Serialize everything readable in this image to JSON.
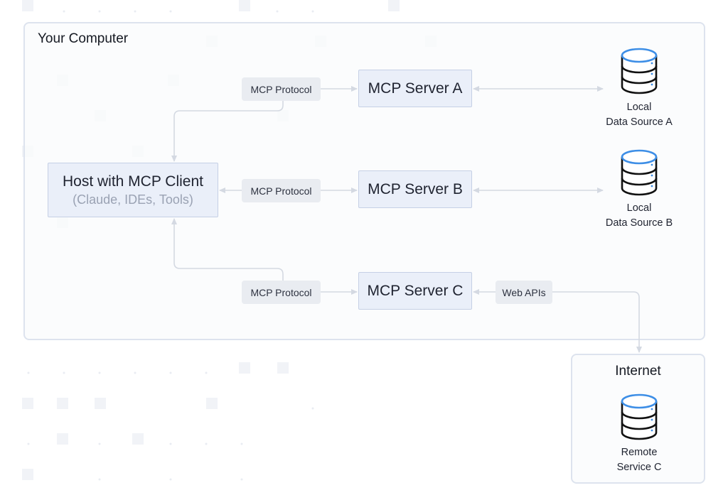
{
  "diagram": {
    "computer_title": "Your Computer",
    "internet_title": "Internet",
    "host": {
      "title": "Host with MCP Client",
      "subtitle": "(Claude, IDEs, Tools)"
    },
    "servers": [
      {
        "label": "MCP Server A"
      },
      {
        "label": "MCP Server B"
      },
      {
        "label": "MCP Server C"
      }
    ],
    "connection_labels": {
      "protocol_a": "MCP Protocol",
      "protocol_b": "MCP Protocol",
      "protocol_c": "MCP Protocol",
      "web_apis": "Web APIs"
    },
    "data_sources": [
      {
        "line1": "Local",
        "line2": "Data Source A",
        "icon": "database-icon"
      },
      {
        "line1": "Local",
        "line2": "Data Source B",
        "icon": "database-icon"
      },
      {
        "line1": "Remote",
        "line2": "Service C",
        "icon": "database-icon"
      }
    ]
  },
  "colors": {
    "node_fill": "#eaeff9",
    "node_border": "#c5d0e5",
    "region_border": "#dde3ee",
    "connector": "#d4d9e2",
    "label_fill": "#e9ecf1",
    "db_accent": "#3d8ee6",
    "db_stroke": "#111111"
  }
}
